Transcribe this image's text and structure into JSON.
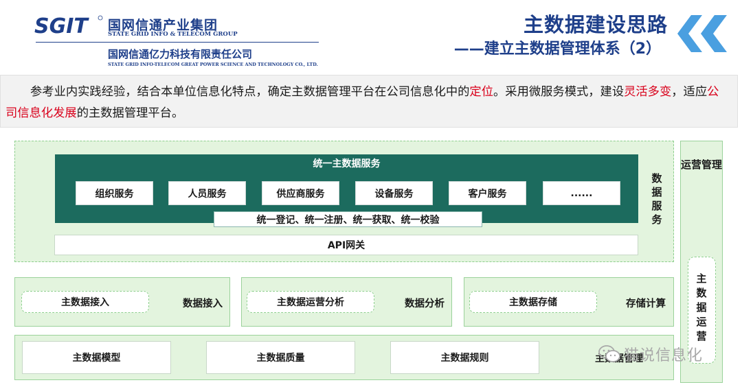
{
  "header": {
    "logo_mark_text": "SGIT",
    "company_cn": "国网信通产业集团",
    "company_en": "STATE GRID INFO & TELECOM GROUP",
    "subsidiary_cn": "国网信通亿力科技有限责任公司",
    "subsidiary_en": "STATE GRID INFO-TELECOM GREAT POWER SCIENCE AND TECHNOLOGY CO., LTD.",
    "title": "主数据建设思路",
    "subtitle": "——建立主数据管理体系（2）",
    "accent_color": "#1e3f8a",
    "chevron_color": "#4a9fe0"
  },
  "intro": {
    "part1": "参考业内实践经验，结合本单位信息化特点，确定主数据管理平台在公司信息化中的",
    "hl1": "定位",
    "part2": "。采用微服务模式，建设",
    "hl2": "灵活多变",
    "part3": "，适应",
    "hl3": "公司信息化发展",
    "part4": "的主数据管理平台。",
    "highlight_color": "#d9001b"
  },
  "architecture": {
    "unified_service_title": "统一主数据服务",
    "services": [
      "组织服务",
      "人员服务",
      "供应商服务",
      "设备服务",
      "客户服务",
      "......"
    ],
    "unify_bar": "统一登记、统一注册、统一获取、统一校验",
    "api_gateway": "API网关",
    "data_service_label": [
      "数",
      "据",
      "服",
      "务"
    ],
    "row2": [
      {
        "pill": "主数据接入",
        "label": "数据接入"
      },
      {
        "pill": "主数据运营分析",
        "label": "数据分析"
      },
      {
        "pill": "主数据存储",
        "label": "存储计算"
      }
    ],
    "row3": [
      "主数据模型",
      "主数据质量",
      "主数据规则"
    ],
    "row3_label": "主数据管理",
    "ops_title": "运营管理",
    "ops_pill": [
      "主",
      "数",
      "据",
      "运",
      "营"
    ],
    "panel_green": "#e3f4de",
    "dark_teal": "#1c6b5e"
  },
  "watermark": "猫说信息化"
}
